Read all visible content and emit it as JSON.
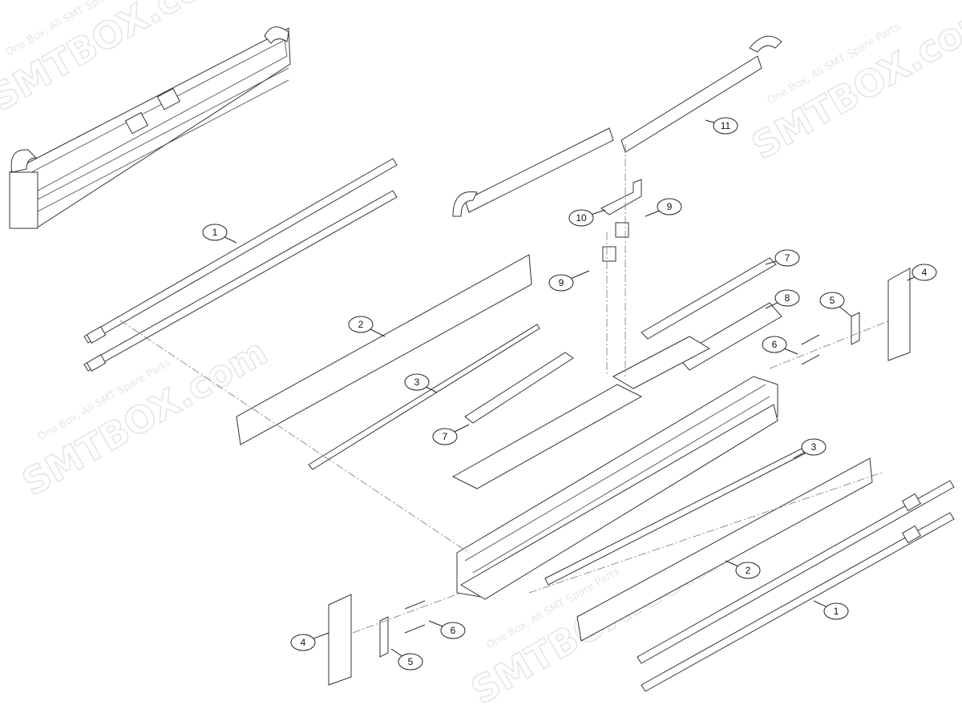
{
  "watermark": {
    "brand": "SMTBOX.com",
    "tagline": "One Box, All SMT Spare Parts"
  },
  "callouts": [
    {
      "label": "1",
      "part": "linear-rail"
    },
    {
      "label": "2",
      "part": "side-plate"
    },
    {
      "label": "3",
      "part": "strip"
    },
    {
      "label": "7",
      "part": "cover-sheet"
    },
    {
      "label": "11",
      "part": "cable-chain"
    },
    {
      "label": "10",
      "part": "bracket"
    },
    {
      "label": "9",
      "part": "sensor-bracket"
    },
    {
      "label": "9",
      "part": "sensor-bracket"
    },
    {
      "label": "7",
      "part": "cover-sheet"
    },
    {
      "label": "8",
      "part": "plate"
    },
    {
      "label": "5",
      "part": "stopper"
    },
    {
      "label": "4",
      "part": "end-plate"
    },
    {
      "label": "6",
      "part": "pin"
    },
    {
      "label": "3",
      "part": "strip"
    },
    {
      "label": "2",
      "part": "side-plate"
    },
    {
      "label": "1",
      "part": "linear-rail"
    },
    {
      "label": "4",
      "part": "end-plate"
    },
    {
      "label": "6",
      "part": "pin"
    },
    {
      "label": "5",
      "part": "stopper"
    }
  ]
}
